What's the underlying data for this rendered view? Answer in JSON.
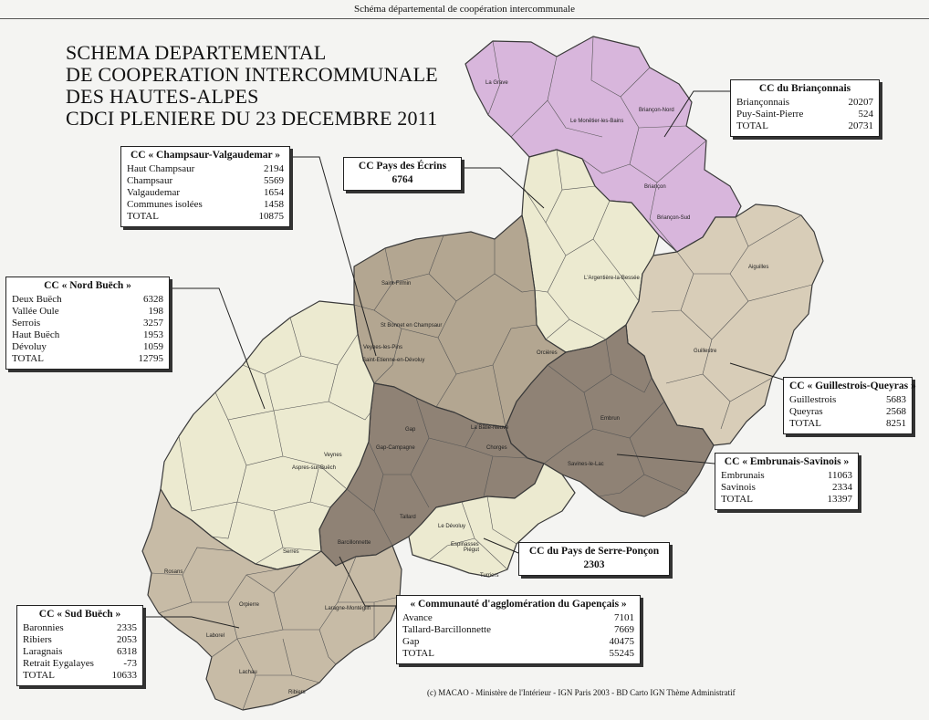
{
  "header": "Schéma départemental de coopération intercommunale",
  "title_lines": [
    "SCHEMA DEPARTEMENTAL",
    "DE COOPERATION INTERCOMMUNALE",
    "DES HAUTES-ALPES",
    "CDCI PLENIERE DU 23 DECEMBRE 2011"
  ],
  "colors": {
    "brianconnais": "#d8b6dc",
    "cream": "#ecead0",
    "beige": "#d8cdb8",
    "taupe": "#b3a691",
    "dark": "#8f8275",
    "medium": "#a99e8f",
    "lighttan": "#c7bba6"
  },
  "boxes": {
    "brianconnais": {
      "title": "CC du Briançonnais",
      "rows": [
        [
          "Briançonnais",
          "20207"
        ],
        [
          "Puy-Saint-Pierre",
          "524"
        ],
        [
          "TOTAL",
          "20731"
        ]
      ]
    },
    "champsaur": {
      "title": "CC « Champsaur-Valgaudemar »",
      "rows": [
        [
          "Haut Champsaur",
          "2194"
        ],
        [
          "Champsaur",
          "5569"
        ],
        [
          "Valgaudemar",
          "1654"
        ],
        [
          "Communes isolées",
          "1458"
        ],
        [
          "TOTAL",
          "10875"
        ]
      ]
    },
    "ecrins": {
      "title": "CC Pays des Écrins",
      "value": "6764"
    },
    "nordbuech": {
      "title": "CC « Nord Buëch »",
      "rows": [
        [
          "Deux Buëch",
          "6328"
        ],
        [
          "Vallée Oule",
          "198"
        ],
        [
          "Serrois",
          "3257"
        ],
        [
          "Haut Buëch",
          "1953"
        ],
        [
          "Dévoluy",
          "1059"
        ],
        [
          "TOTAL",
          "12795"
        ]
      ]
    },
    "guillestrois": {
      "title": "CC « Guillestrois-Queyras »",
      "rows": [
        [
          "Guillestrois",
          "5683"
        ],
        [
          "Queyras",
          "2568"
        ],
        [
          "TOTAL",
          "8251"
        ]
      ]
    },
    "embrunais": {
      "title": "CC « Embrunais-Savinois »",
      "rows": [
        [
          "Embrunais",
          "11063"
        ],
        [
          "Savinois",
          "2334"
        ],
        [
          "TOTAL",
          "13397"
        ]
      ]
    },
    "serreponcon": {
      "title": "CC du Pays de Serre-Ponçon",
      "value": "2303"
    },
    "gapencais": {
      "title": "« Communauté d'agglomération du Gapençais »",
      "rows": [
        [
          "Avance",
          "7101"
        ],
        [
          "Tallard-Barcillonnette",
          "7669"
        ],
        [
          "Gap",
          "40475"
        ],
        [
          "TOTAL",
          "55245"
        ]
      ]
    },
    "sudbuech": {
      "title": "CC « Sud Buëch »",
      "rows": [
        [
          "Baronnies",
          "2335"
        ],
        [
          "Ribiers",
          "2053"
        ],
        [
          "Laragnais",
          "6318"
        ],
        [
          "Retrait Eygalayes",
          "-73"
        ],
        [
          "TOTAL",
          "10633"
        ]
      ]
    }
  },
  "map_labels": [
    "La Grave",
    "Le Monêtier-les-Bains",
    "Briançon-Nord",
    "Briançon",
    "Briançon-Sud",
    "L'Argentière-la-Bessée",
    "Aiguilles",
    "Guillestre",
    "Saint-Firmin",
    "St Bonnet en Champsaur",
    "Saint-Etienne-en-Dévoluy",
    "Orcières",
    "Embrun",
    "Savines-le-Lac",
    "Chorges",
    "La Bâtie-Neuve",
    "Gap",
    "Gap-Campagne",
    "Veynes",
    "Aspres-sur-Buëch",
    "Tallard",
    "Barcillonnette",
    "Serres",
    "Rosans",
    "Orpierre",
    "Laragne-Montéglin",
    "Ribiers",
    "Laborel",
    "Lachau",
    "Espinasses",
    "Turriers",
    "Le Dévoluy",
    "Veynes-les-Pins",
    "Piégut"
  ],
  "credit": "(c) MACAO - Ministère de l'Intérieur - IGN Paris 2003 - BD Carto IGN Thème Administratif"
}
